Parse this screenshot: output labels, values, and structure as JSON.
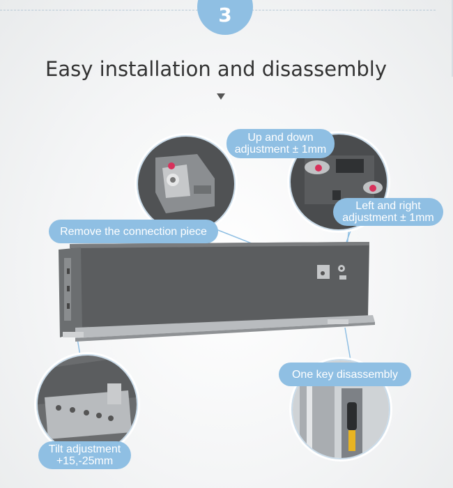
{
  "step": {
    "number": "3"
  },
  "title": "Easy installation and disassembly",
  "labels": {
    "remove_connection": "Remove the connection piece",
    "up_down": "Up and down adjustment ± 1mm",
    "left_right": "Left and right adjustment ± 1mm",
    "one_key": "One key disassembly",
    "tilt": "Tilt adjustment +15,-25mm"
  },
  "colors": {
    "accent": "#8fbfe3",
    "drawer_side": "#5b5d5f",
    "marker": "#d8315b"
  }
}
